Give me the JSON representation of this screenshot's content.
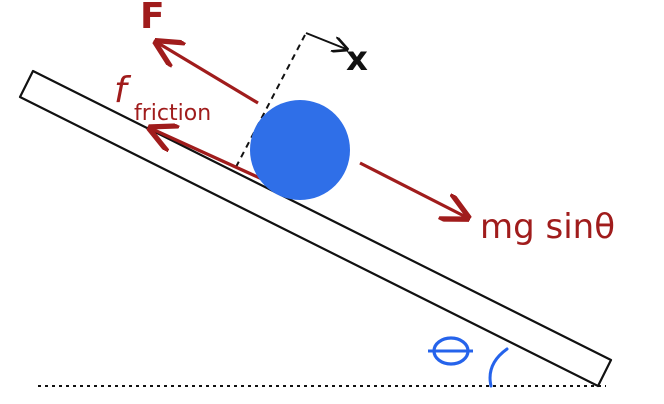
{
  "labels": {
    "force": "F",
    "friction_main": "f",
    "friction_sub": "friction",
    "axis": "x",
    "gravity_component": "mg sinθ",
    "angle": "θ"
  },
  "colors": {
    "force_arrow": "#a01c1c",
    "angle_label": "#2563eb",
    "ball": "#2f6fe8",
    "incline_stroke": "#111111",
    "dashed_line": "#111111"
  }
}
